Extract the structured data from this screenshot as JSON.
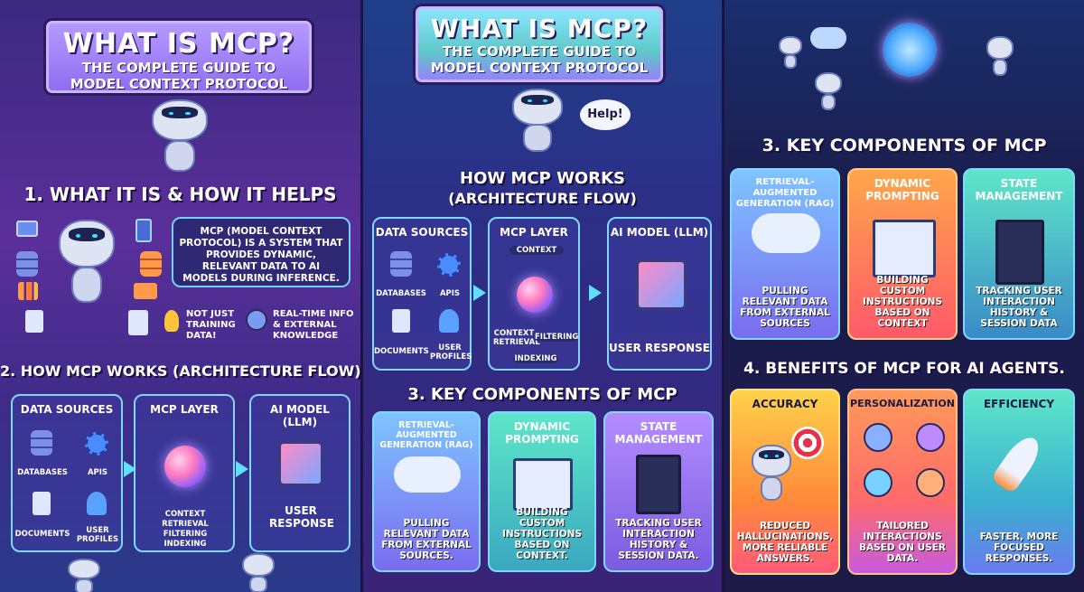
{
  "panel1": {
    "title": "WHAT IS MCP?",
    "subtitle1": "THE COMPLETE GUIDE TO",
    "subtitle2": "MODEL CONTEXT PROTOCOL",
    "section1": "1. WHAT IT IS & HOW IT HELPS",
    "definition": "MCP (MODEL CONTEXT PROTOCOL) IS A SYSTEM THAT PROVIDES DYNAMIC, RELEVANT DATA TO AI MODELS DURING INFERENCE.",
    "note1": "NOT JUST TRAINING DATA!",
    "note2": "REAL-TIME INFO & EXTERNAL KNOWLEDGE",
    "section2": "2. HOW MCP WORKS (ARCHITECTURE FLOW)",
    "flow": {
      "sources": "DATA SOURCES",
      "databases": "DATABASES",
      "apis": "APIS",
      "documents": "DOCUMENTS",
      "profiles": "USER PROFILES",
      "layer": "MCP LAYER",
      "layer_desc": "CONTEXT RETRIEVAL FILTERING INDEXING",
      "model": "AI MODEL (LLM)",
      "response": "USER RESPONSE"
    }
  },
  "panel2": {
    "title": "WHAT IS MCP?",
    "subtitle1": "THE COMPLETE GUIDE TO",
    "subtitle2": "MODEL CONTEXT PROTOCOL",
    "help": "Help!",
    "section1a": "HOW MCP WORKS",
    "section1b": "(ARCHITECTURE FLOW)",
    "flow": {
      "sources": "DATA SOURCES",
      "databases": "DATABASES",
      "apis": "APIS",
      "documents": "DOCUMENTS",
      "profiles": "USER PROFILES",
      "layer": "MCP LAYER",
      "context": "CONTEXT",
      "retrieval": "CONTEXT RETRIEVAL",
      "filtering": "FILTERING",
      "indexing": "INDEXING",
      "model": "AI MODEL (LLM)",
      "response": "USER RESPONSE"
    },
    "section2": "3. KEY COMPONENTS OF MCP",
    "components": [
      {
        "title": "RETRIEVAL-AUGMENTED GENERATION (RAG)",
        "desc": "PULLING RELEVANT DATA FROM EXTERNAL SOURCES."
      },
      {
        "title": "DYNAMIC PROMPTING",
        "desc": "BUILDING CUSTOM INSTRUCTIONS BASED ON CONTEXT."
      },
      {
        "title": "STATE MANAGEMENT",
        "desc": "TRACKING USER INTERACTION HISTORY & SESSION DATA."
      }
    ]
  },
  "panel3": {
    "section1": "3. KEY COMPONENTS OF MCP",
    "components": [
      {
        "title": "RETRIEVAL-AUGMENTED GENERATION (RAG)",
        "desc": "PULLING RELEVANT DATA FROM EXTERNAL SOURCES"
      },
      {
        "title": "DYNAMIC PROMPTING",
        "desc": "BUILDING CUSTOM INSTRUCTIONS BASED ON CONTEXT"
      },
      {
        "title": "STATE MANAGEMENT",
        "desc": "TRACKING USER INTERACTION HISTORY & SESSION DATA"
      }
    ],
    "section2": "4. BENEFITS OF MCP FOR AI AGENTS.",
    "benefits": [
      {
        "title": "ACCURACY",
        "desc": "REDUCED HALLUCINATIONS, MORE RELIABLE ANSWERS."
      },
      {
        "title": "PERSONALIZATION",
        "desc": "TAILORED INTERACTIONS BASED ON USER DATA."
      },
      {
        "title": "EFFICIENCY",
        "desc": "FASTER, MORE FOCUSED RESPONSES."
      }
    ]
  },
  "colors": {
    "accent_cyan": "#5ee0ff",
    "banner_top": "#a78bfa",
    "banner_teal": "#5ee6d0",
    "card_orange": "#ff8a4c",
    "card_yellow": "#ffd24a",
    "card_teal": "#3fd9c8",
    "card_purple": "#9b7bff"
  }
}
